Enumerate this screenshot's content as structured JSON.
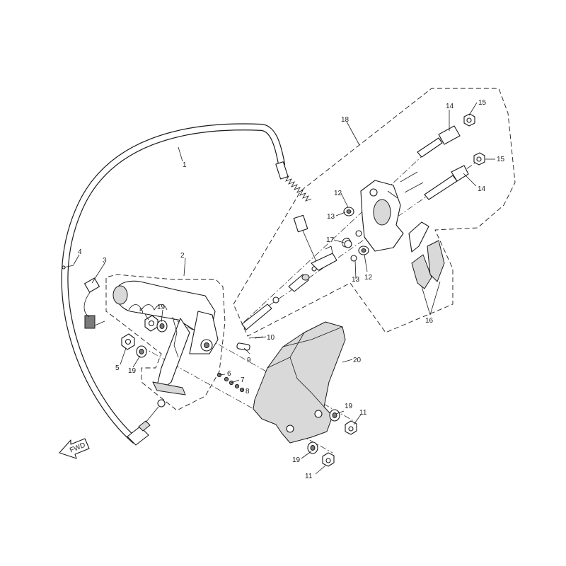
{
  "diagram": {
    "callouts": [
      {
        "id": "c1",
        "label": "1"
      },
      {
        "id": "c2",
        "label": "2"
      },
      {
        "id": "c3",
        "label": "3"
      },
      {
        "id": "c4",
        "label": "4"
      },
      {
        "id": "c5a",
        "label": "5"
      },
      {
        "id": "c5b",
        "label": "5"
      },
      {
        "id": "c6",
        "label": "6"
      },
      {
        "id": "c7",
        "label": "7"
      },
      {
        "id": "c8",
        "label": "8"
      },
      {
        "id": "c9",
        "label": "9"
      },
      {
        "id": "c10",
        "label": "10"
      },
      {
        "id": "c11a",
        "label": "11"
      },
      {
        "id": "c11b",
        "label": "11"
      },
      {
        "id": "c12a",
        "label": "12"
      },
      {
        "id": "c12b",
        "label": "12"
      },
      {
        "id": "c13a",
        "label": "13"
      },
      {
        "id": "c13b",
        "label": "13"
      },
      {
        "id": "c14a",
        "label": "14"
      },
      {
        "id": "c14b",
        "label": "14"
      },
      {
        "id": "c15a",
        "label": "15"
      },
      {
        "id": "c15b",
        "label": "15"
      },
      {
        "id": "c16",
        "label": "16"
      },
      {
        "id": "c17",
        "label": "17"
      },
      {
        "id": "c18",
        "label": "18"
      },
      {
        "id": "c19a",
        "label": "19"
      },
      {
        "id": "c19b",
        "label": "19"
      },
      {
        "id": "c19c",
        "label": "19"
      },
      {
        "id": "c19d",
        "label": "19"
      },
      {
        "id": "c20",
        "label": "20"
      }
    ],
    "fwd_label": "FWD",
    "colors": {
      "line": "#1a1a1a",
      "fill": "#ffffff",
      "shade": "#d9d9d9",
      "dark": "#7a7a7a"
    }
  }
}
